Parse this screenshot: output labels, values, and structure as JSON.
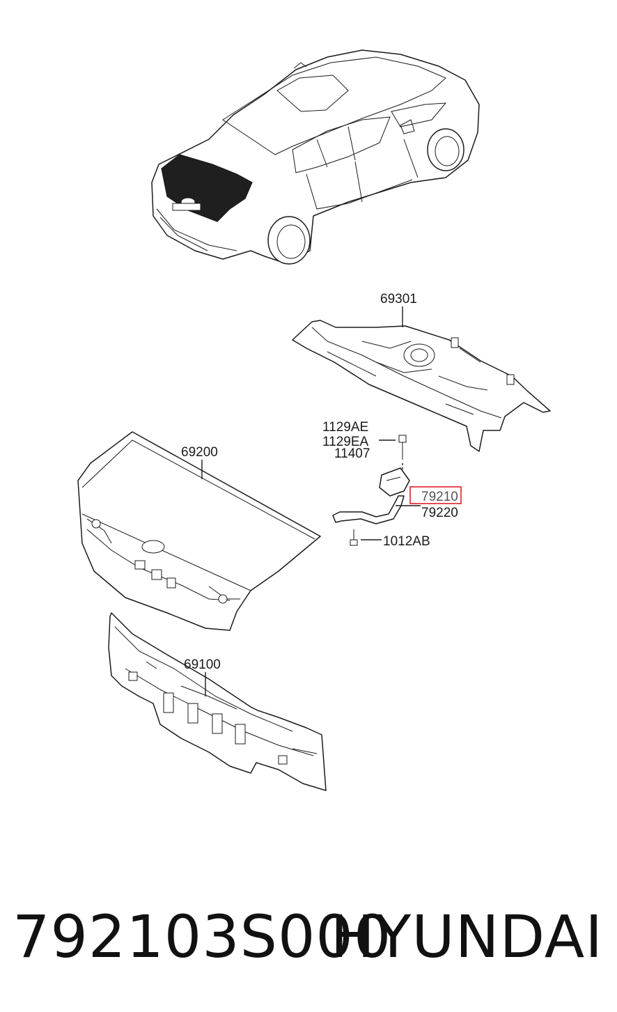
{
  "labels": {
    "l69301": "69301",
    "l1129AE": "1129AE",
    "l1129EA": "1129EA",
    "l11407": "11407",
    "l69200": "69200",
    "l79210": "79210",
    "l79220": "79220",
    "l1012AB": "1012AB",
    "l69100": "69100"
  },
  "footer": {
    "part_number": "792103S000",
    "brand": "HYUNDAI"
  },
  "colors": {
    "highlight": "#e0202a",
    "line": "#1a1a1a",
    "trunk_glass": "#222222"
  }
}
